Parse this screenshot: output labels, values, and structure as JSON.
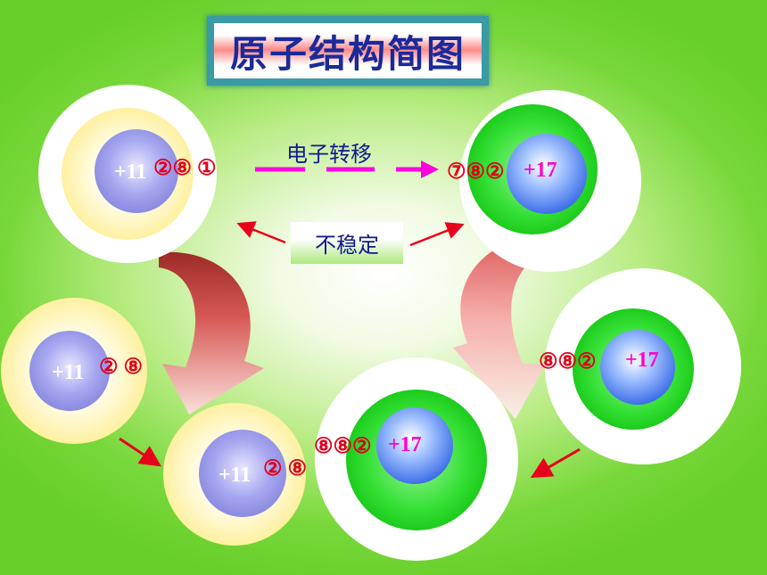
{
  "title": "原子结构简图",
  "transfer_label": "电子转移",
  "unstable_label": "不稳定",
  "atoms": {
    "na_top": {
      "nucleus": "+11",
      "shells": "②⑧ ①"
    },
    "cl_top": {
      "nucleus": "+17",
      "shells": "⑦⑧②"
    },
    "na_left": {
      "nucleus": "+11",
      "shells": "② ⑧"
    },
    "na_bottom": {
      "nucleus": "+11",
      "shells": "② ⑧"
    },
    "cl_bottom": {
      "nucleus": "+17",
      "shells": "⑧⑧②"
    },
    "cl_right": {
      "nucleus": "+17",
      "shells": "⑧⑧②"
    }
  },
  "colors": {
    "sodium_shell": "#fff5b0",
    "chlorine_shell": "#22dd22",
    "arrow_red": "#e8001c",
    "arrow_magenta": "#ff00dd"
  }
}
